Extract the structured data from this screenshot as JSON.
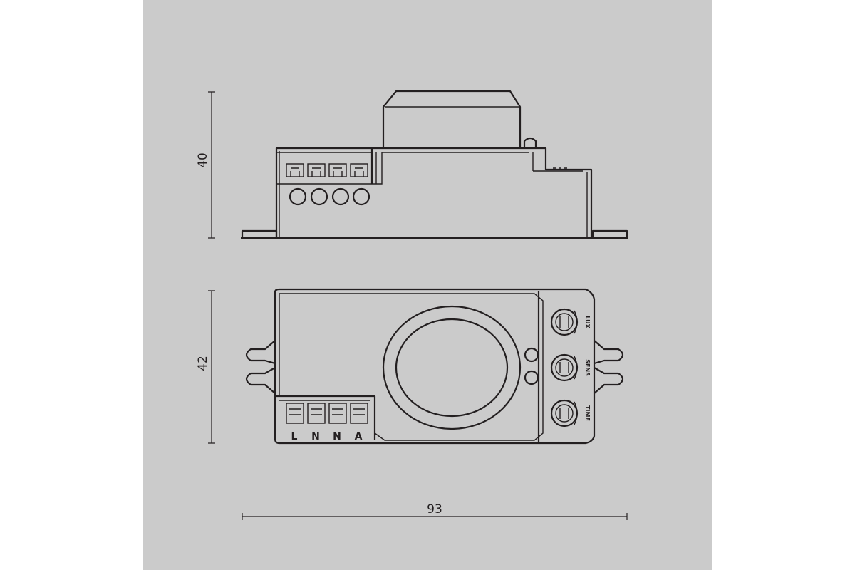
{
  "dimensions": {
    "height_side": "40",
    "depth_top": "42",
    "width": "93"
  },
  "terminals": [
    "L",
    "N",
    "N",
    "A"
  ],
  "knobs": [
    "LUX",
    "SENS",
    "TIME"
  ],
  "colors": {
    "background": "#ffffff",
    "panel": "#cbcbcb",
    "line": "#231f20"
  }
}
